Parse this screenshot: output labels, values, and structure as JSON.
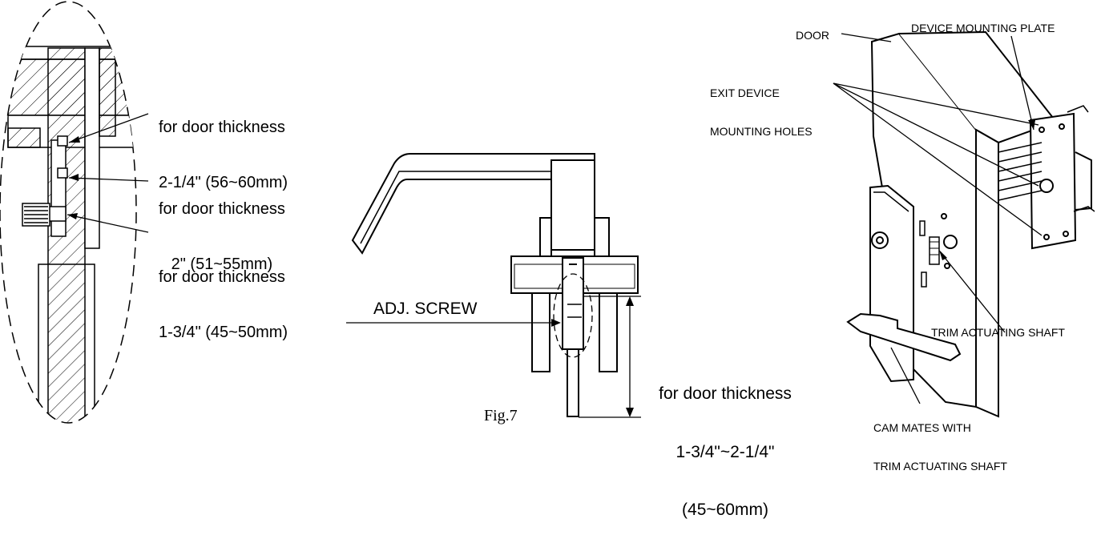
{
  "left_detail": {
    "labels": [
      {
        "line1": "for door thickness",
        "line2": "2-1/4\" (56~60mm)"
      },
      {
        "line1": "for door thickness",
        "line2": "2\" (51~55mm)"
      },
      {
        "line1": "for door thickness",
        "line2": "1-3/4\" (45~50mm)"
      }
    ]
  },
  "center_detail": {
    "adj_screw": "ADJ. SCREW",
    "thickness": {
      "line1": "for door thickness",
      "line2": "1-3/4\"~2-1/4\"",
      "line3": "(45~60mm)"
    },
    "fig_label": "Fig.7"
  },
  "right_detail": {
    "door": "DOOR",
    "device_mounting_plate": "DEVICE MOUNTING PLATE",
    "exit_device_holes": {
      "line1": "EXIT DEVICE",
      "line2": "MOUNTING HOLES"
    },
    "trim_actuating_shaft": "TRIM ACTUATING SHAFT",
    "cam_mates": {
      "line1": "CAM MATES WITH",
      "line2": "TRIM ACTUATING SHAFT"
    }
  }
}
